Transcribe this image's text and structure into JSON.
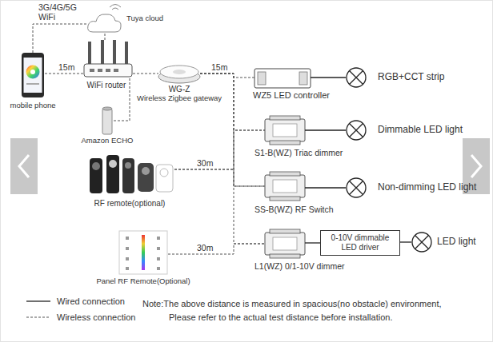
{
  "diagram": {
    "nodes": [
      {
        "text": [
          "mobile phone"
        ]
      },
      {
        "text": [
          "WiFi router"
        ]
      },
      {
        "text": [
          "Tuya cloud"
        ]
      },
      {
        "text": [
          "Amazon ECHO"
        ]
      },
      {
        "text": [
          "WG-Z",
          "Wireless Zigbee gateway"
        ]
      },
      {
        "text": [
          "WZ5 LED controller"
        ]
      },
      {
        "text": [
          "RGB+CCT strip"
        ]
      },
      {
        "text": [
          "S1-B(WZ) Triac dimmer"
        ]
      },
      {
        "text": [
          "Dimmable LED light"
        ]
      },
      {
        "text": [
          "SS-B(WZ) RF Switch"
        ]
      },
      {
        "text": [
          "Non-dimming LED light"
        ]
      },
      {
        "text": [
          "L1(WZ) 0/1-10V dimmer"
        ]
      },
      {
        "text": [
          "0-10V dimmable LED driver"
        ]
      },
      {
        "text": [
          "LED light"
        ]
      },
      {
        "text": [
          "RF remote(optional)"
        ]
      },
      {
        "text": [
          "Panel RF Remote(Optional)"
        ]
      }
    ],
    "edges": [
      {
        "from": 0,
        "to": 1,
        "label": "15m",
        "arrow": "none"
      },
      {
        "from": 0,
        "to": 2,
        "label": "3G/4G/5G WiFi",
        "arrow": "none"
      },
      {
        "from": 2,
        "to": 1,
        "arrow": "none"
      },
      {
        "from": 1,
        "to": 3,
        "arrow": "none"
      },
      {
        "from": 1,
        "to": 4,
        "arrow": "none"
      },
      {
        "from": 4,
        "to": 5,
        "label": "15m",
        "arrow": "none"
      },
      {
        "from": 4,
        "to": 7,
        "arrow": "none"
      },
      {
        "from": 4,
        "to": 9,
        "arrow": "none"
      },
      {
        "from": 4,
        "to": 11,
        "arrow": "none"
      },
      {
        "from": 5,
        "to": 6,
        "arrow": "none"
      },
      {
        "from": 7,
        "to": 8,
        "arrow": "none"
      },
      {
        "from": 9,
        "to": 10,
        "arrow": "none"
      },
      {
        "from": 11,
        "to": 12,
        "arrow": "none"
      },
      {
        "from": 12,
        "to": 13,
        "arrow": "none"
      },
      {
        "from": 14,
        "to": 7,
        "label": "30m",
        "arrow": "none"
      },
      {
        "from": 14,
        "to": 9,
        "arrow": "none"
      },
      {
        "from": 15,
        "to": 11,
        "label": "30m",
        "arrow": "none"
      }
    ],
    "labels": [
      "Note:The above distance is measured in spacious(no obstacle) environment,",
      "Please refer to the actual test distance before installation."
    ],
    "legend": [
      {
        "text": "Wired connection"
      },
      {
        "text": "Wireless connection"
      }
    ]
  }
}
